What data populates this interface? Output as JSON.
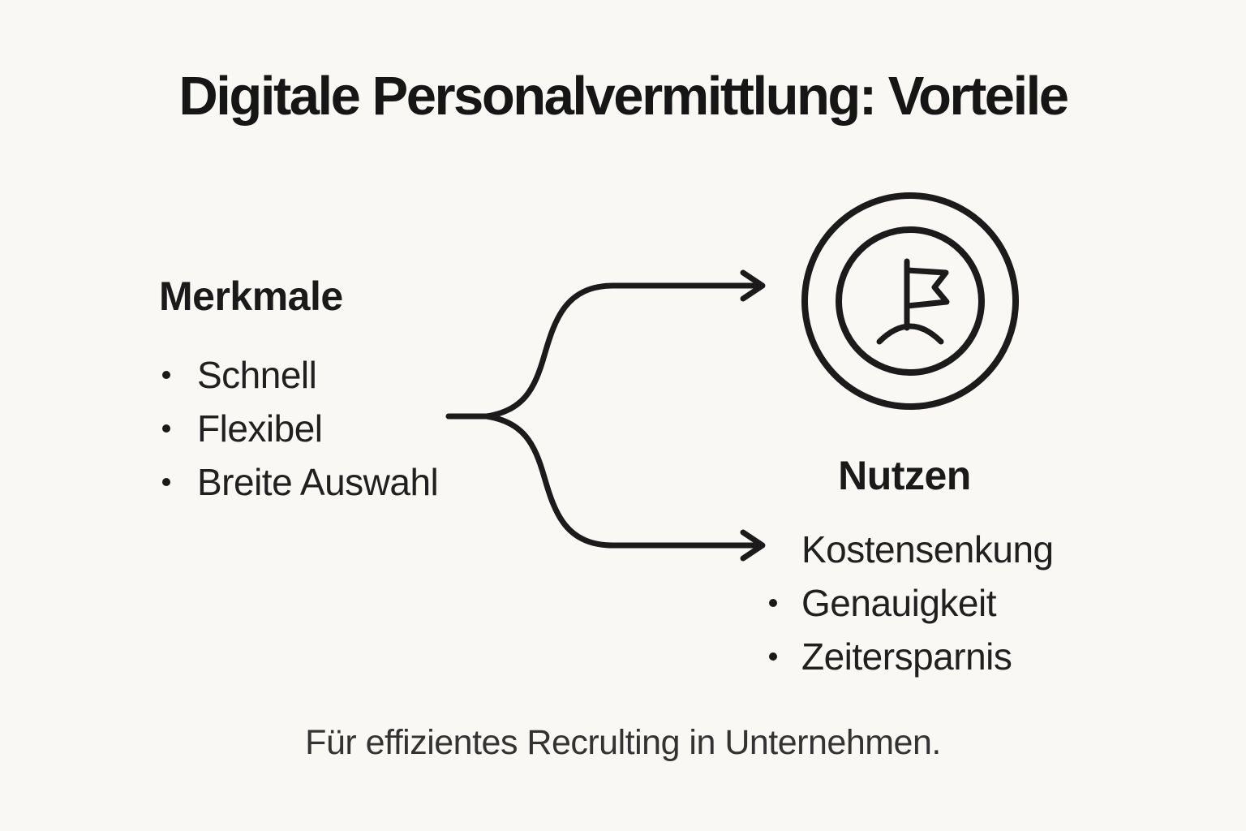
{
  "title": "Digitale Personalvermittlung: Vorteile",
  "features": {
    "heading": "Merkmale",
    "items": [
      "Schnell",
      "Flexibel",
      "Breite Auswahl"
    ]
  },
  "benefits": {
    "heading": "Nutzen",
    "items": [
      "Kostensenkung",
      "Genauigkeit",
      "Zeitersparnis"
    ]
  },
  "caption": "Für effizientes Recrulting in Unternehmen.",
  "icons": {
    "goal": "flag-on-hill-in-double-circle",
    "connector": "fork-split-into-two-right-arrows"
  },
  "colors": {
    "background": "#F9F8F5",
    "ink": "#1B1B1B",
    "caption_text": "#333333"
  }
}
